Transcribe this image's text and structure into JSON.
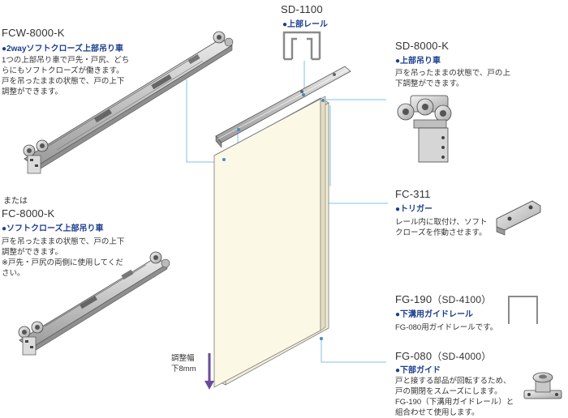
{
  "products": {
    "fcw8000k": {
      "model": "FCW-8000-K",
      "name": "●2wayソフトクローズ上部吊り車",
      "desc": [
        "1つの上部吊り車で戸先・戸尻、どち",
        "らにもソフトクローズが働きます。",
        "戸を吊ったままの状態で、戸の上下",
        "調整ができます。"
      ]
    },
    "or_label": "または",
    "fc8000k": {
      "model": "FC-8000-K",
      "name": "●ソフトクローズ上部吊り車",
      "desc": [
        "戸を吊ったままの状態で、戸の上下",
        "調整ができます。",
        "※戸先・戸尻の両側に使用してくだ",
        "さい。"
      ]
    },
    "sd1100": {
      "model": "SD-1100",
      "name": "●上部レール"
    },
    "sd8000k": {
      "model": "SD-8000-K",
      "name": "●上部吊り車",
      "desc": [
        "戸を吊ったままの状態で、戸の上",
        "下調整ができます。"
      ]
    },
    "fc311": {
      "model": "FC-311",
      "name": "●トリガー",
      "desc": [
        "レール内に取付け、ソフト",
        "クローズを作動させます。"
      ]
    },
    "fg190": {
      "model": "FG-190",
      "model_sub": "（SD-4100）",
      "name": "●下溝用ガイドレール",
      "desc": [
        "FG-080用ガイドレールです。"
      ]
    },
    "fg080": {
      "model": "FG-080",
      "model_sub": "（SD-4000）",
      "name": "●下部ガイド",
      "desc": [
        "戸と接する部品が回転するため、",
        "戸の開閉をスムーズにします。",
        "FG-190（下溝用ガイドレール）と",
        "組合わせて使用します。"
      ]
    }
  },
  "adjust": {
    "line1": "調整幅",
    "line2": "下8mm"
  },
  "colors": {
    "name_blue": "#1a3d8f",
    "leader_cyan": "#7fc3e6",
    "door_fill": "#fbf8e6",
    "arrow_purple": "#6a4b9a"
  }
}
